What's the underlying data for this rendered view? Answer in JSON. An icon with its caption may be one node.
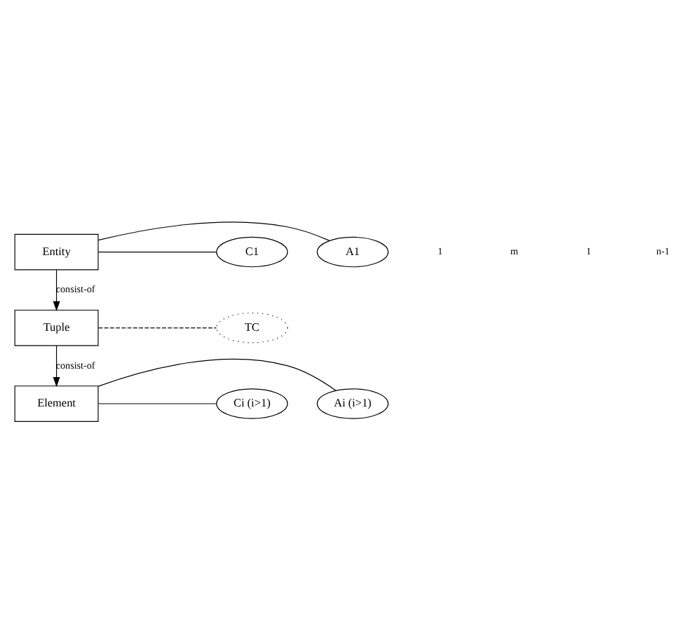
{
  "diagram": {
    "nodes": [
      {
        "text": [
          "Entity"
        ]
      },
      {
        "text": [
          "A1"
        ]
      },
      {
        "text": [
          "C1"
        ]
      },
      {
        "text": [
          "Tuple"
        ]
      },
      {
        "text": [
          "TC"
        ]
      },
      {
        "text": [
          "Element"
        ]
      },
      {
        "text": [
          "Ai (i>1)"
        ]
      },
      {
        "text": [
          "Ci (i>1)"
        ]
      }
    ],
    "edges": [
      {
        "from": 0,
        "to": 1,
        "arrow": "none"
      },
      {
        "from": 0,
        "to": 2,
        "arrow": "none"
      },
      {
        "from": 0,
        "to": 3,
        "arrow": "to",
        "label": "consist-of"
      },
      {
        "from": 3,
        "to": 4,
        "arrow": "none",
        "style": "dashed"
      },
      {
        "from": 3,
        "to": 5,
        "arrow": "to",
        "label": "consist-of"
      },
      {
        "from": 5,
        "to": 6,
        "arrow": "none"
      },
      {
        "from": 5,
        "to": 7,
        "arrow": "none"
      }
    ],
    "labels": [
      "1",
      "m",
      "1",
      "n-1"
    ]
  }
}
